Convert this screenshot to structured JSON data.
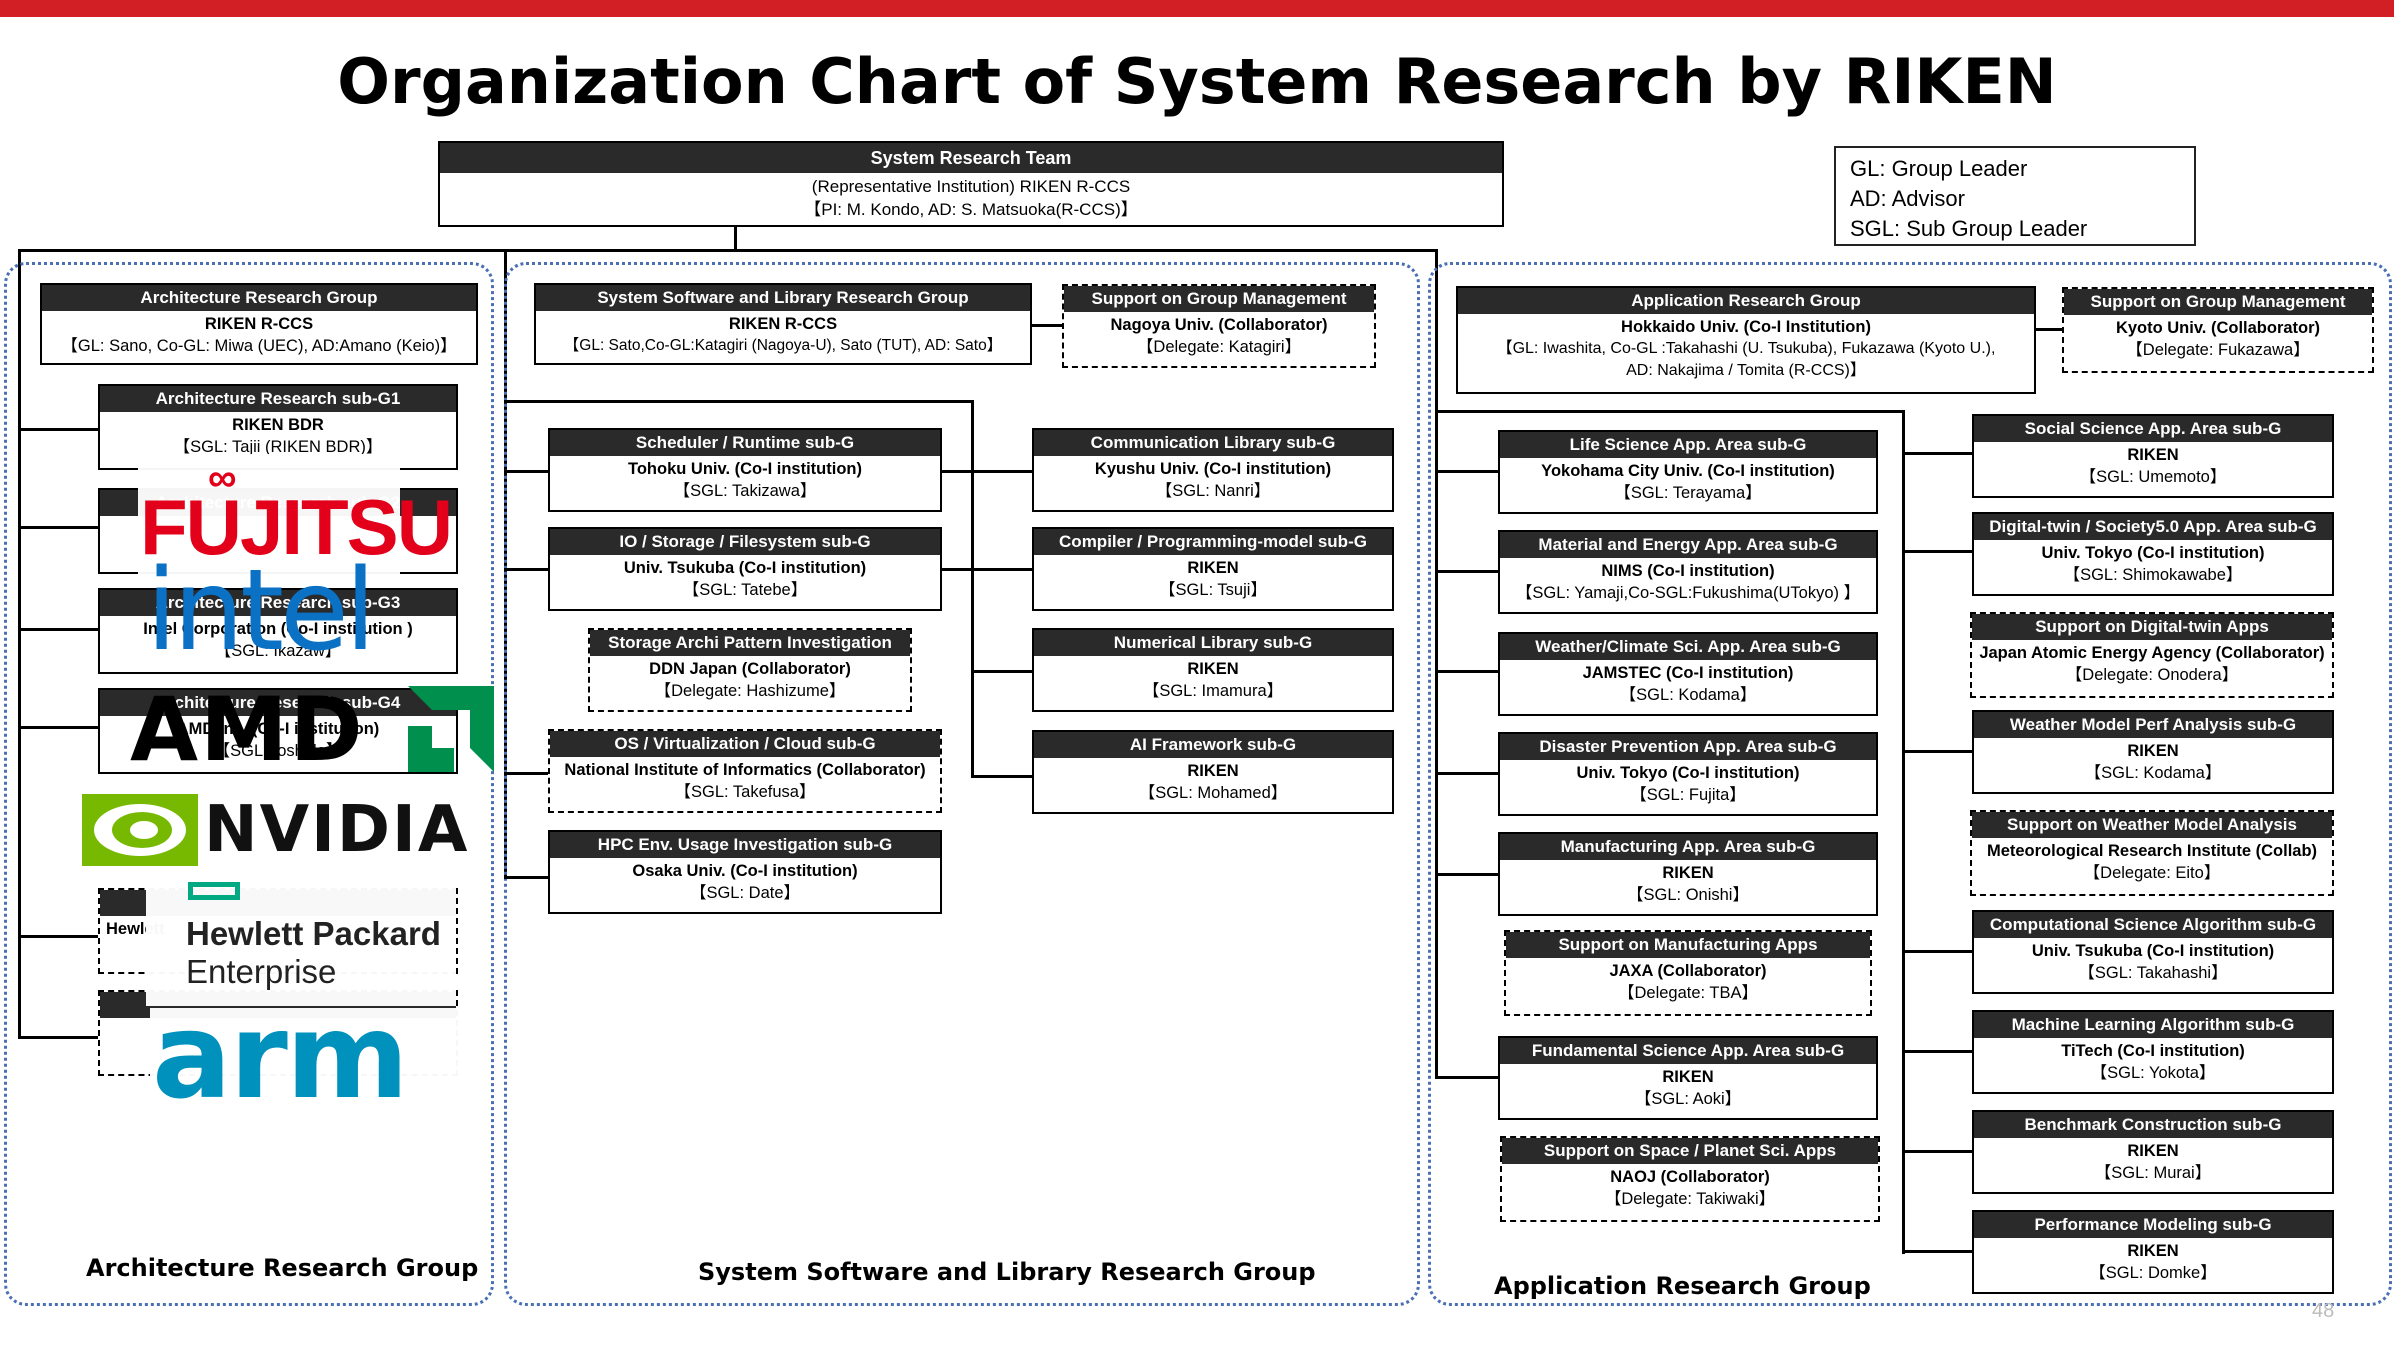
{
  "title": "Organization Chart of System Research by RIKEN",
  "page_number": "48",
  "legend": [
    "GL: Group Leader",
    "AD: Advisor",
    "SGL: Sub Group Leader"
  ],
  "top": {
    "header": "System Research Team",
    "line1": "(Representative Institution) RIKEN R-CCS",
    "line2": "【PI: M. Kondo, AD: S. Matsuoka(R-CCS)】"
  },
  "frames": {
    "arch": "Architecture Research Group",
    "sys": "System Software and Library Research Group",
    "app": "Application Research Group"
  },
  "arch": {
    "main": {
      "header": "Architecture Research Group",
      "inst": "RIKEN R-CCS",
      "leader": "【GL: Sano, Co-GL: Miwa (UEC), AD:Amano (Keio)】"
    },
    "g1": {
      "header": "Architecture Research sub-G1",
      "inst": "RIKEN BDR",
      "leader": "【SGL: Tajii (RIKEN BDR)】"
    },
    "g2": {
      "header": "Architecture Research sub-G2",
      "inst": "",
      "leader": ""
    },
    "g3": {
      "header": "Architecture Research sub-G3",
      "inst": "Intel Corporation (Co-I institution )",
      "leader": "【SGL: Ikazaw】"
    },
    "g4": {
      "header": "Architecture Research sub-G4",
      "inst": "AMD Inc. (Co-I institution)",
      "leader": "【SGL:Yoshida】"
    },
    "g5": {
      "header": "",
      "inst": "Hewlett",
      "leader": ""
    },
    "g6": {
      "header": "",
      "inst": "",
      "leader": ""
    }
  },
  "logos": {
    "fujitsu": "FUJITSU",
    "intel": "intel",
    "amd": "AMD",
    "nvidia": "NVIDIA",
    "hpe1": "Hewlett Packard",
    "hpe2": "Enterprise",
    "arm": "arm"
  },
  "sys": {
    "main": {
      "header": "System Software and Library Research Group",
      "inst": "RIKEN R-CCS",
      "leader": "【GL: Sato,Co-GL:Katagiri (Nagoya-U), Sato (TUT),  AD: Sato】"
    },
    "support": {
      "header": "Support on Group Management",
      "inst": "Nagoya Univ. (Collaborator)",
      "leader": "【Delegate: Katagiri】"
    },
    "scheduler": {
      "header": "Scheduler / Runtime sub-G",
      "inst": "Tohoku Univ. (Co-I institution)",
      "leader": "【SGL: Takizawa】"
    },
    "io": {
      "header": "IO / Storage / Filesystem sub-G",
      "inst": "Univ. Tsukuba  (Co-I institution)",
      "leader": "【SGL: Tatebe】"
    },
    "storage": {
      "header": "Storage Archi Pattern Investigation",
      "inst": "DDN Japan (Collaborator)",
      "leader": "【Delegate: Hashizume】"
    },
    "os": {
      "header": "OS / Virtualization / Cloud sub-G",
      "inst": "National Institute of Informatics (Collaborator)",
      "leader": "【SGL: Takefusa】"
    },
    "hpc": {
      "header": "HPC Env. Usage Investigation  sub-G",
      "inst": "Osaka Univ. (Co-I institution)",
      "leader": "【SGL: Date】"
    },
    "comm": {
      "header": "Communication Library sub-G",
      "inst": "Kyushu Univ. (Co-I institution)",
      "leader": "【SGL: Nanri】"
    },
    "compiler": {
      "header": "Compiler / Programming-model sub-G",
      "inst": "RIKEN",
      "leader": "【SGL: Tsuji】"
    },
    "numlib": {
      "header": "Numerical Library sub-G",
      "inst": "RIKEN",
      "leader": "【SGL: Imamura】"
    },
    "ai": {
      "header": "AI Framework sub-G",
      "inst": "RIKEN",
      "leader": "【SGL: Mohamed】"
    }
  },
  "app": {
    "main": {
      "header": "Application Research Group",
      "inst": "Hokkaido Univ. (Co-I Institution)",
      "leader": "【GL: Iwashita, Co-GL :Takahashi (U. Tsukuba), Fukazawa (Kyoto U.),",
      "leader2": "AD: Nakajima / Tomita (R-CCS)】"
    },
    "support": {
      "header": "Support on Group Management",
      "inst": "Kyoto Univ. (Collaborator)",
      "leader": "【Delegate: Fukazawa】"
    },
    "life": {
      "header": "Life Science App. Area sub-G",
      "inst": "Yokohama City Univ. (Co-I institution)",
      "leader": "【SGL: Terayama】"
    },
    "material": {
      "header": "Material and Energy  App. Area sub-G",
      "inst": "NIMS (Co-I institution)",
      "leader": "【SGL: Yamaji,Co-SGL:Fukushima(UTokyo) 】"
    },
    "weather": {
      "header": "Weather/Climate Sci. App. Area sub-G",
      "inst": "JAMSTEC (Co-I institution)",
      "leader": "【SGL: Kodama】"
    },
    "disaster": {
      "header": "Disaster Prevention App. Area sub-G",
      "inst": "Univ. Tokyo  (Co-I institution)",
      "leader": "【SGL: Fujita】"
    },
    "manuf": {
      "header": "Manufacturing App. Area sub-G",
      "inst": "RIKEN",
      "leader": "【SGL: Onishi】"
    },
    "manuf_sup": {
      "header": "Support on Manufacturing Apps",
      "inst": "JAXA (Collaborator)",
      "leader": "【Delegate: TBA】"
    },
    "fund": {
      "header": "Fundamental Science App. Area sub-G",
      "inst": "RIKEN",
      "leader": "【SGL: Aoki】"
    },
    "space": {
      "header": "Support on Space / Planet Sci. Apps",
      "inst": "NAOJ (Collaborator)",
      "leader": "【Delegate: Takiwaki】"
    },
    "social": {
      "header": "Social Science App. Area sub-G",
      "inst": "RIKEN",
      "leader": "【SGL: Umemoto】"
    },
    "twin": {
      "header": "Digital-twin / Society5.0 App. Area sub-G",
      "inst": "Univ. Tokyo  (Co-I institution)",
      "leader": "【SGL: Shimokawabe】"
    },
    "twin_sup": {
      "header": "Support on Digital-twin Apps",
      "inst": "Japan Atomic Energy Agency (Collaborator)",
      "leader": "【Delegate: Onodera】"
    },
    "wperf": {
      "header": "Weather Model Perf Analysis sub-G",
      "inst": "RIKEN",
      "leader": "【SGL: Kodama】"
    },
    "wsup": {
      "header": "Support on Weather Model Analysis",
      "inst": "Meteorological Research Institute (Collab)",
      "leader": "【Delegate: Eito】"
    },
    "csa": {
      "header": "Computational Science Algorithm sub-G",
      "inst": "Univ. Tsukuba  (Co-I institution)",
      "leader": "【SGL: Takahashi】"
    },
    "ml": {
      "header": "Machine Learning Algorithm sub-G",
      "inst": "TiTech  (Co-I institution)",
      "leader": "【SGL: Yokota】"
    },
    "bench": {
      "header": "Benchmark Construction sub-G",
      "inst": "RIKEN",
      "leader": "【SGL: Murai】"
    },
    "perf": {
      "header": "Performance Modeling sub-G",
      "inst": "RIKEN",
      "leader": "【SGL: Domke】"
    }
  }
}
